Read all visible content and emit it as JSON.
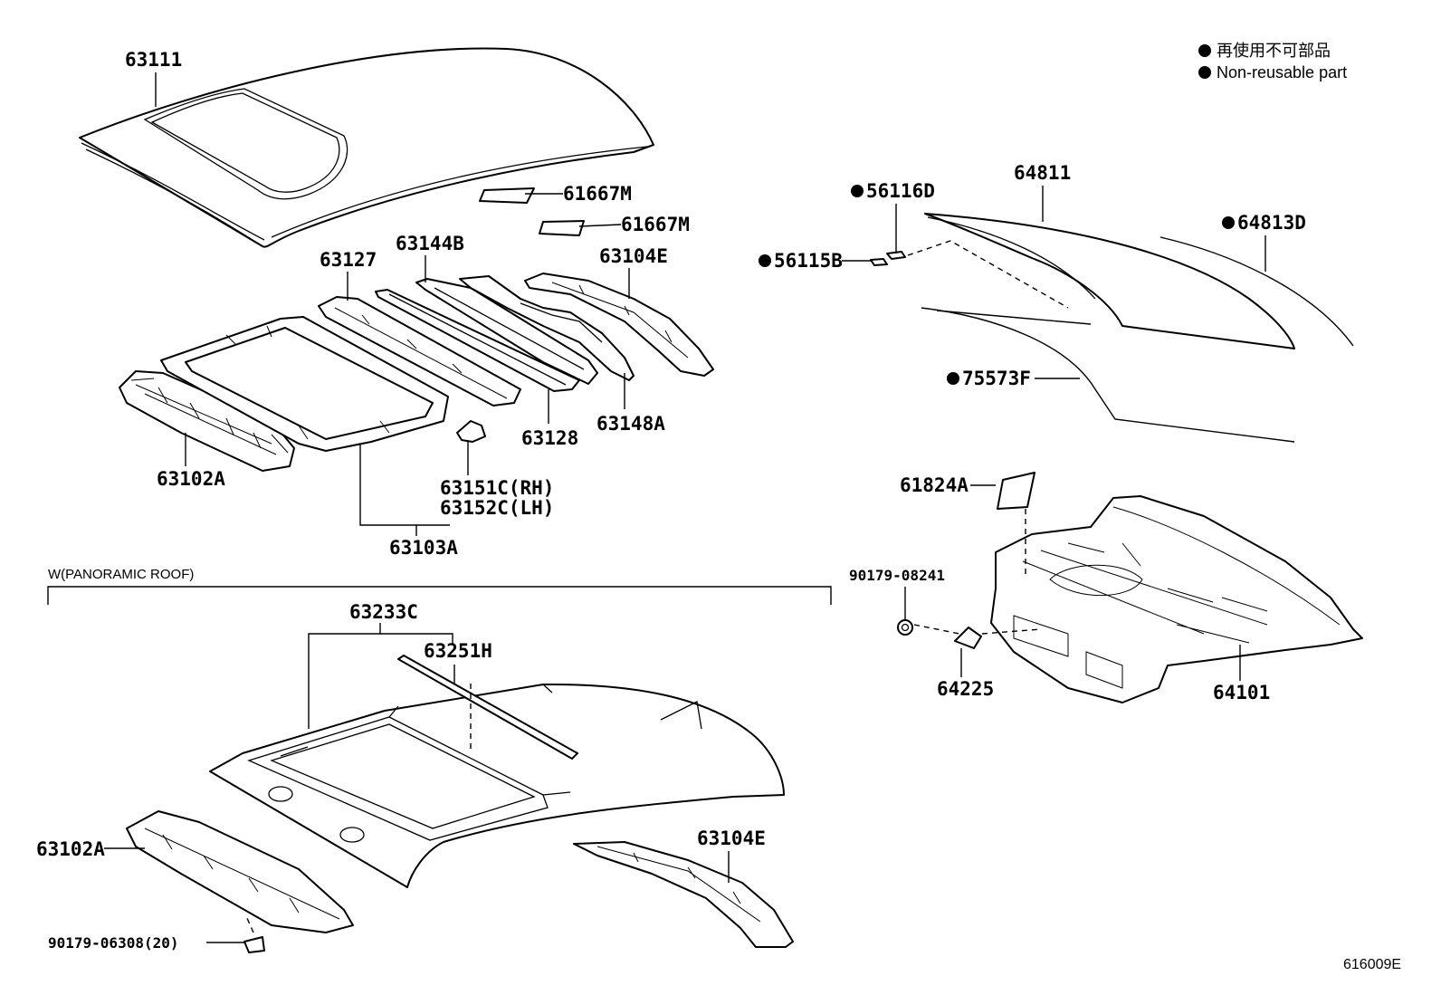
{
  "legend": {
    "jp": "再使用不可部品",
    "en": "Non-reusable part"
  },
  "section": {
    "label": "W(PANORAMIC ROOF)"
  },
  "diagram_code": "616009E",
  "parts": {
    "p63111": "63111",
    "p61667M_a": "61667M",
    "p61667M_b": "61667M",
    "p63127": "63127",
    "p63144B": "63144B",
    "p63104E_top": "63104E",
    "p63102A_top": "63102A",
    "p63128": "63128",
    "p63148A": "63148A",
    "p63151C": "63151C(RH)",
    "p63152C": "63152C(LH)",
    "p63103A": "63103A",
    "p56116D": "56116D",
    "p56115B": "56115B",
    "p64811": "64811",
    "p64813D": "64813D",
    "p75573F": "75573F",
    "p61824A": "61824A",
    "p90179_08241": "90179-08241",
    "p64225": "64225",
    "p64101": "64101",
    "p63233C": "63233C",
    "p63251H": "63251H",
    "p63102A_bot": "63102A",
    "p63104E_bot": "63104E",
    "p90179_06308": "90179-06308(20)"
  }
}
